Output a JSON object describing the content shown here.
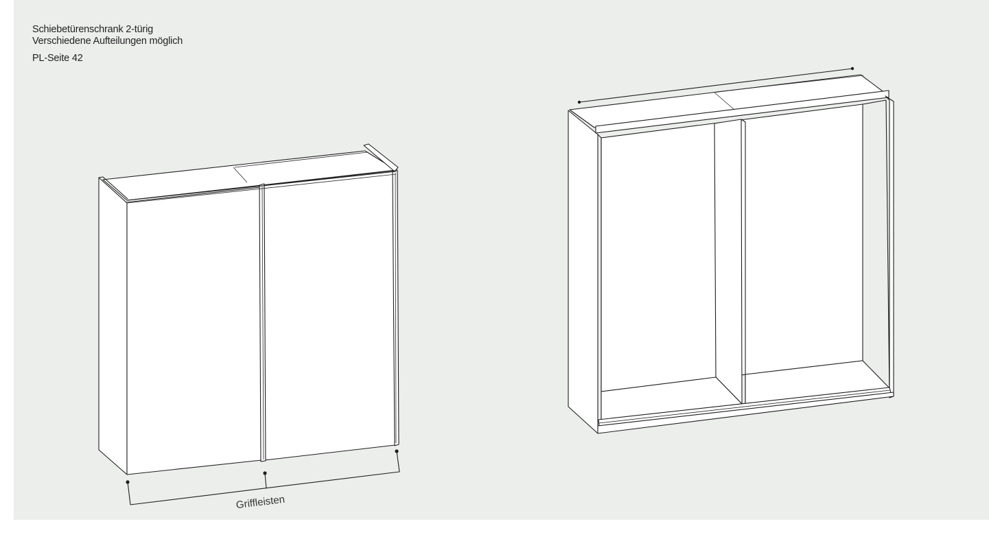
{
  "caption": {
    "title_line1": "Schiebetürenschrank 2-türig",
    "title_line2": "Verschiedene Aufteilungen möglich",
    "page_ref": "PL-Seite 42"
  },
  "closed_view": {
    "callout_label": "Griffleisten"
  },
  "colors": {
    "background": "#eceeec",
    "line": "#1e1e1e",
    "surface": "#ffffff"
  }
}
